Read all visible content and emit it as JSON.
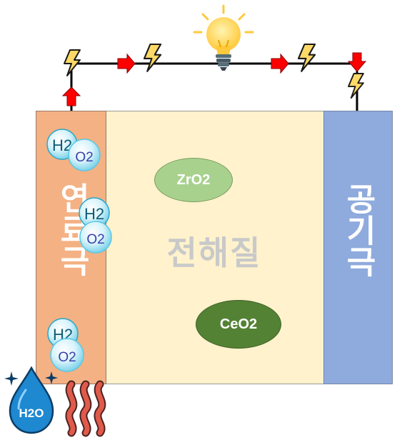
{
  "anode": {
    "label": "연료극"
  },
  "electrolyte": {
    "label": "전해질"
  },
  "cathode": {
    "label": "공기극"
  },
  "particles": {
    "zro2": "ZrO2",
    "ceo2": "CeO2"
  },
  "fuel_bubbles": [
    {
      "h2": "H2",
      "o2": "O2"
    },
    {
      "h2": "H2",
      "o2": "O2"
    },
    {
      "h2": "H2",
      "o2": "O2"
    }
  ],
  "water_drop": {
    "label": "H2O"
  },
  "icons": [
    "lightning-bolt-icon",
    "arrow-icon",
    "light-bulb-icon",
    "sparkle-icon",
    "heat-waves-icon",
    "water-drop-icon"
  ],
  "colors": {
    "anode": "#f4b183",
    "electrolyte": "#fff2cc",
    "cathode": "#8faadc",
    "arrow": "#ff0000",
    "bolt": "#ffd966"
  }
}
